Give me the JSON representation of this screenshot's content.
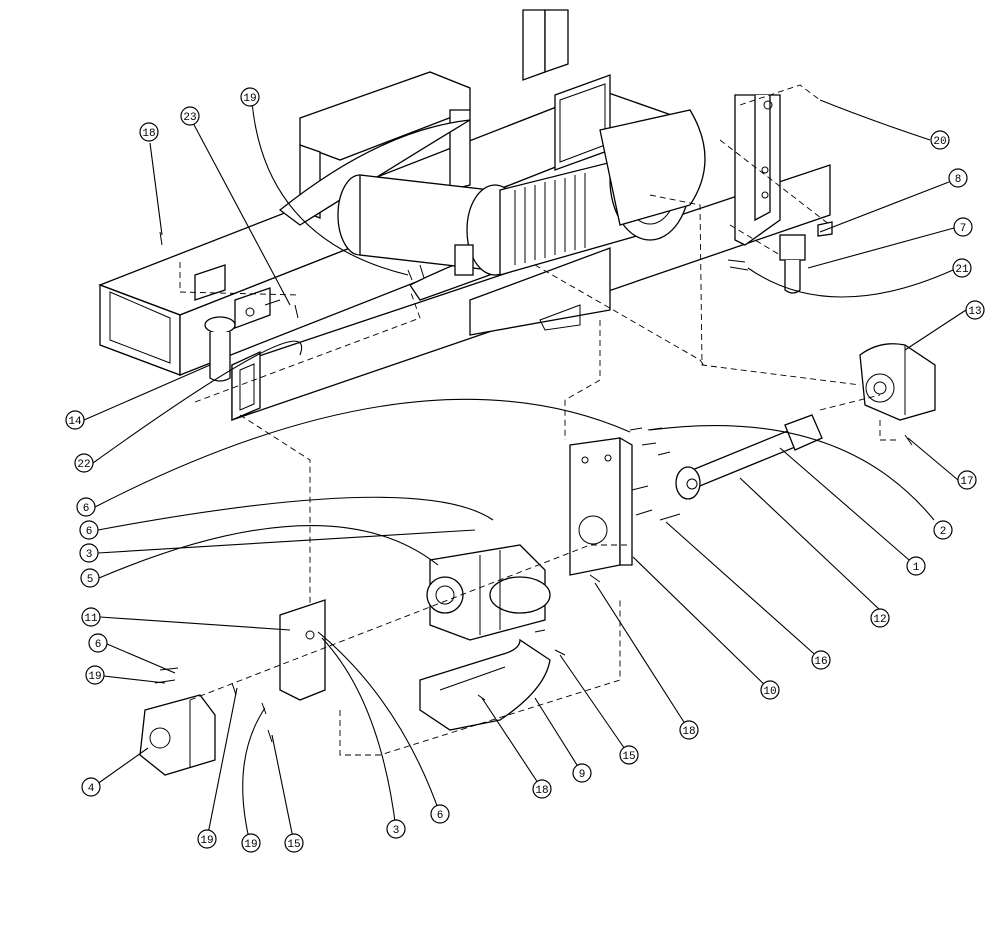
{
  "callouts": [
    {
      "id": "c18a",
      "label": "18"
    },
    {
      "id": "c23",
      "label": "23"
    },
    {
      "id": "c19a",
      "label": "19"
    },
    {
      "id": "c20",
      "label": "20"
    },
    {
      "id": "c8",
      "label": "8"
    },
    {
      "id": "c7",
      "label": "7"
    },
    {
      "id": "c21",
      "label": "21"
    },
    {
      "id": "c13",
      "label": "13"
    },
    {
      "id": "c14",
      "label": "14"
    },
    {
      "id": "c22",
      "label": "22"
    },
    {
      "id": "c17",
      "label": "17"
    },
    {
      "id": "c6a",
      "label": "6"
    },
    {
      "id": "c6b",
      "label": "6"
    },
    {
      "id": "c2",
      "label": "2"
    },
    {
      "id": "c3a",
      "label": "3"
    },
    {
      "id": "c1",
      "label": "1"
    },
    {
      "id": "c5",
      "label": "5"
    },
    {
      "id": "c12",
      "label": "12"
    },
    {
      "id": "c11",
      "label": "11"
    },
    {
      "id": "c16",
      "label": "16"
    },
    {
      "id": "c6c",
      "label": "6"
    },
    {
      "id": "c19b",
      "label": "19"
    },
    {
      "id": "c10",
      "label": "10"
    },
    {
      "id": "c18b",
      "label": "18"
    },
    {
      "id": "c15a",
      "label": "15"
    },
    {
      "id": "c9",
      "label": "9"
    },
    {
      "id": "c4",
      "label": "4"
    },
    {
      "id": "c18c",
      "label": "18"
    },
    {
      "id": "c3b",
      "label": "3"
    },
    {
      "id": "c6d",
      "label": "6"
    },
    {
      "id": "c19c",
      "label": "19"
    },
    {
      "id": "c19d",
      "label": "19"
    },
    {
      "id": "c15b",
      "label": "15"
    }
  ]
}
